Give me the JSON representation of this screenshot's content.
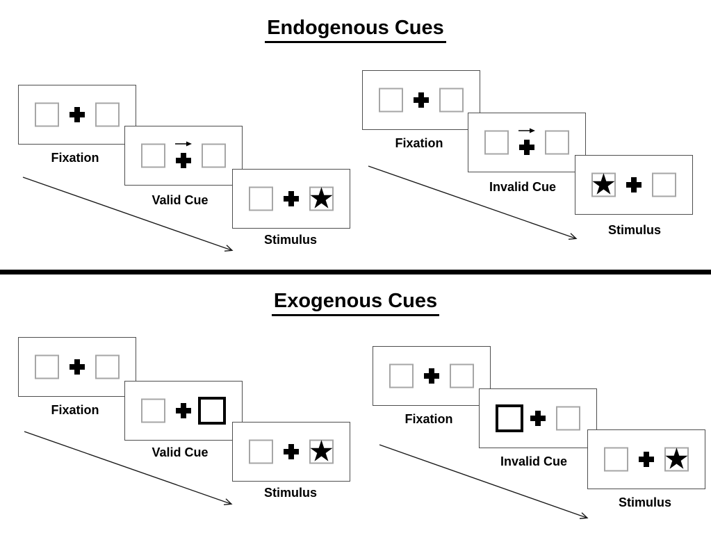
{
  "diagram": {
    "icons": {
      "star": "★"
    },
    "colors": {
      "background": "#ffffff",
      "card_border": "#4d4d4d",
      "placeholder_border": "#a6a6a6",
      "cue_highlight_border": "#000000",
      "ink": "#000000"
    },
    "sections": [
      {
        "title": "Endogenous Cues",
        "panels": [
          {
            "name": "valid",
            "fixation_label": "Fixation",
            "cue_label": "Valid Cue",
            "stimulus_label": "Stimulus",
            "cue_type": "central-arrow",
            "cue_direction": "right",
            "stimulus_star_side": "right"
          },
          {
            "name": "invalid",
            "fixation_label": "Fixation",
            "cue_label": "Invalid Cue",
            "stimulus_label": "Stimulus",
            "cue_type": "central-arrow",
            "cue_direction": "right",
            "stimulus_star_side": "left"
          }
        ]
      },
      {
        "title": "Exogenous Cues",
        "panels": [
          {
            "name": "valid",
            "fixation_label": "Fixation",
            "cue_label": "Valid Cue",
            "stimulus_label": "Stimulus",
            "cue_type": "peripheral-box",
            "cue_side": "right",
            "stimulus_star_side": "right"
          },
          {
            "name": "invalid",
            "fixation_label": "Fixation",
            "cue_label": "Invalid Cue",
            "stimulus_label": "Stimulus",
            "cue_type": "peripheral-box",
            "cue_side": "left",
            "stimulus_star_side": "right"
          }
        ]
      }
    ]
  }
}
